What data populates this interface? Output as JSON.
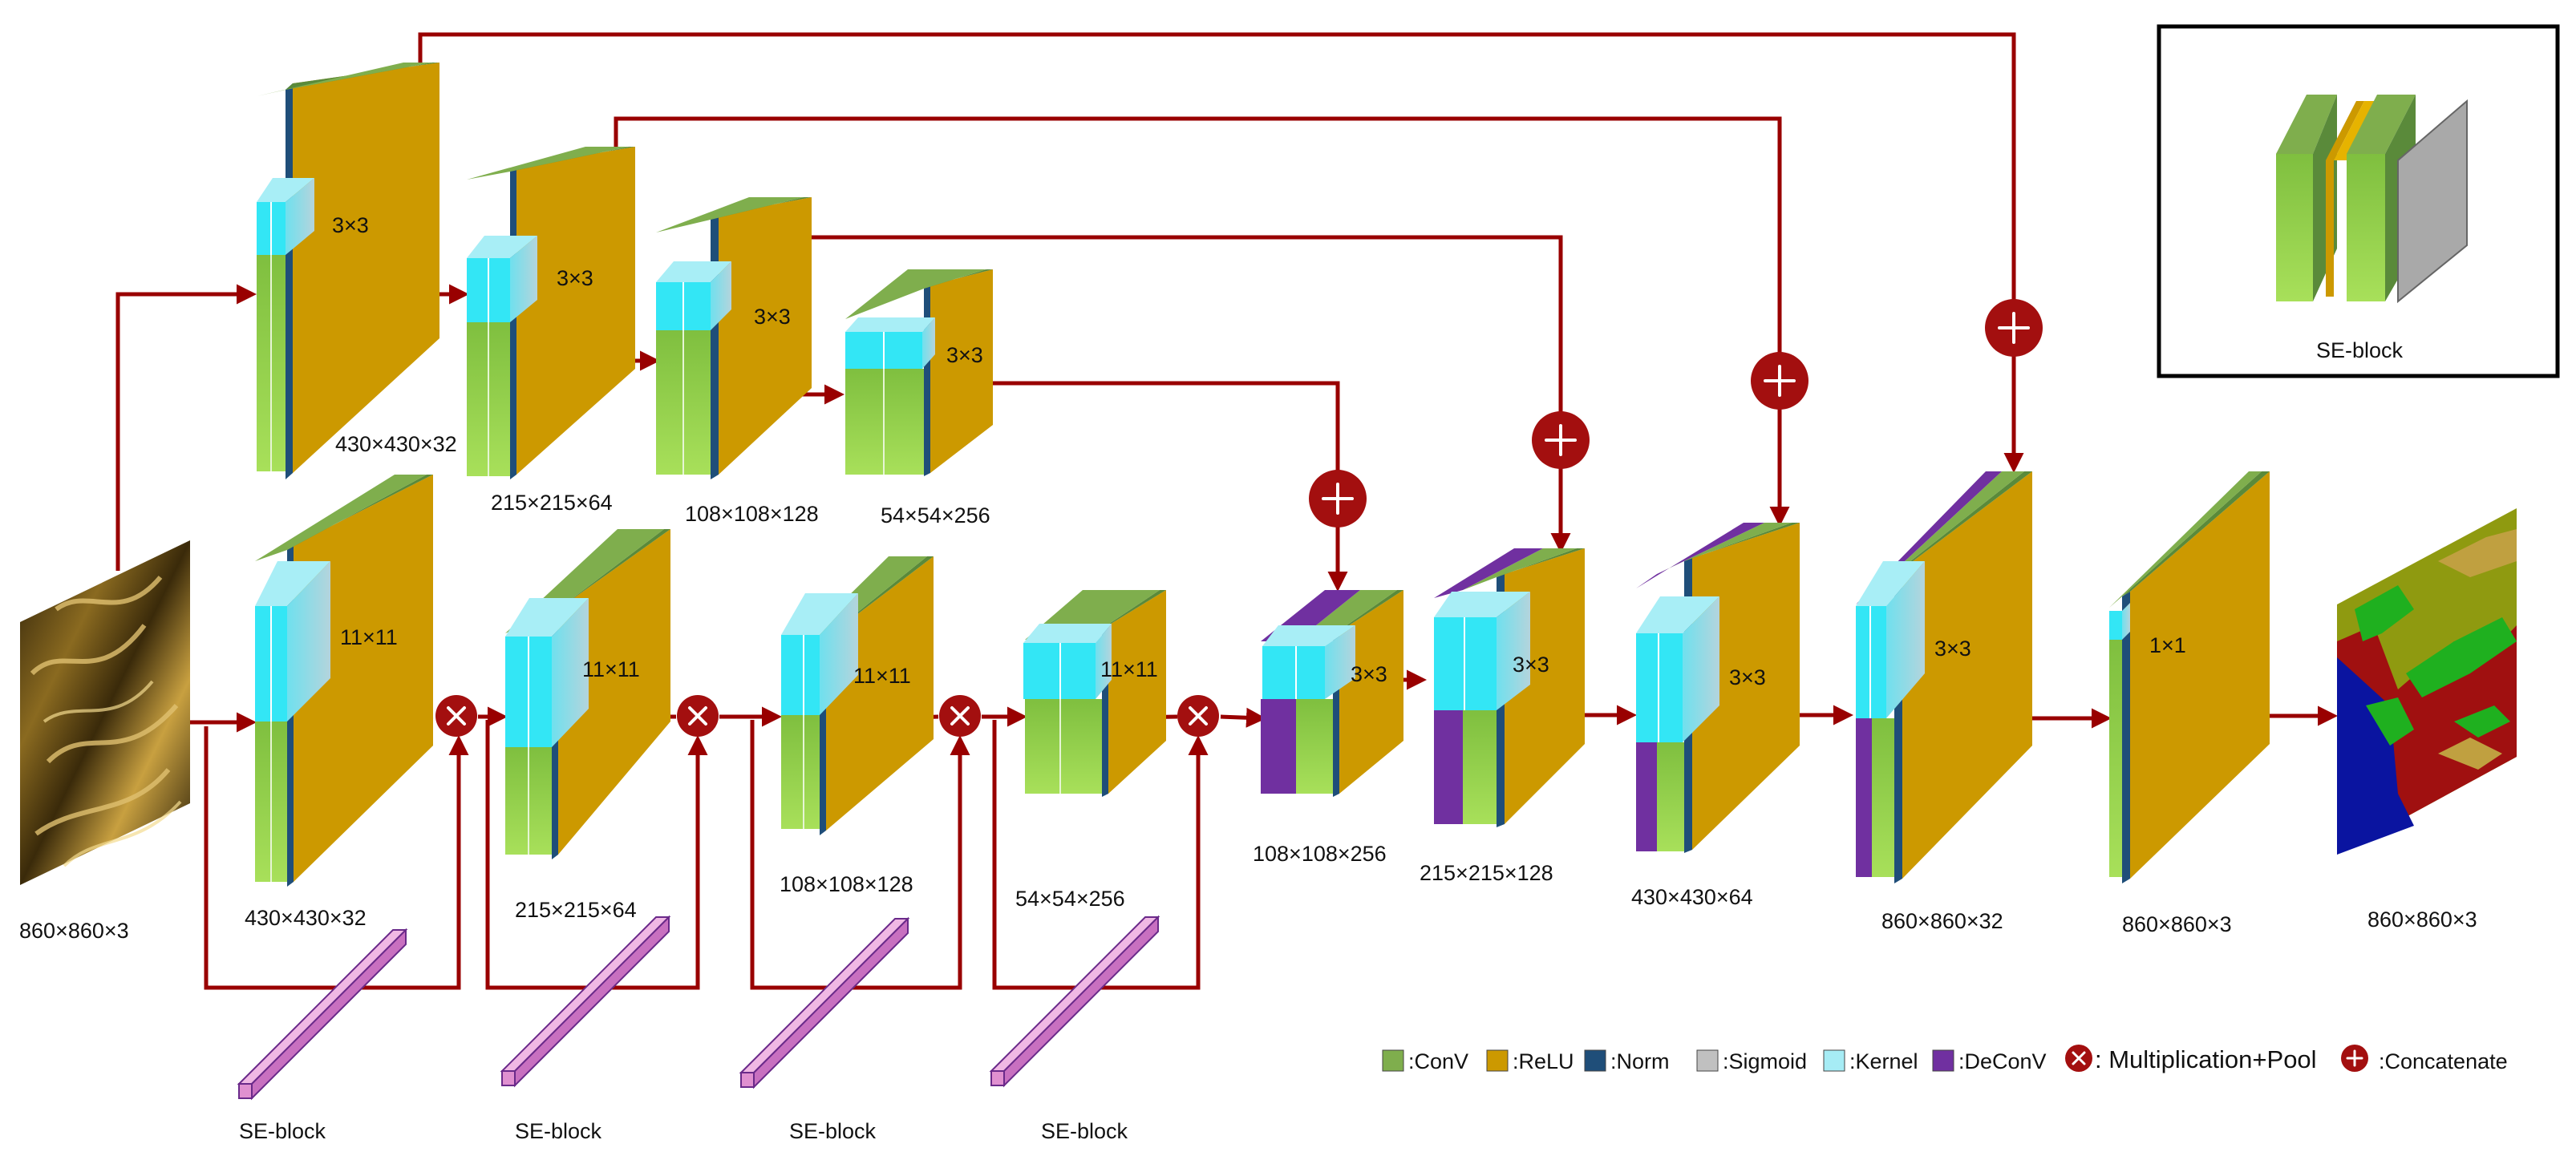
{
  "input": {
    "label": "860×860×3"
  },
  "output": {
    "label": "860×860×3"
  },
  "encoder_top": [
    {
      "kernel": "3×3",
      "size": "430×430×32"
    },
    {
      "kernel": "3×3",
      "size": "215×215×64"
    },
    {
      "kernel": "3×3",
      "size": "108×108×128"
    },
    {
      "kernel": "3×3",
      "size": "54×54×256"
    }
  ],
  "encoder_bottom": [
    {
      "kernel": "11×11",
      "size": "430×430×32"
    },
    {
      "kernel": "11×11",
      "size": "215×215×64"
    },
    {
      "kernel": "11×11",
      "size": "108×108×128"
    },
    {
      "kernel": "11×11",
      "size": "54×54×256"
    }
  ],
  "decoder": [
    {
      "kernel": "3×3",
      "size": "108×108×256"
    },
    {
      "kernel": "3×3",
      "size": "215×215×128"
    },
    {
      "kernel": "3×3",
      "size": "430×430×64"
    },
    {
      "kernel": "3×3",
      "size": "860×860×32"
    }
  ],
  "final_conv": {
    "kernel": "1×1",
    "size": "860×860×3"
  },
  "se_block_label": "SE-block",
  "inset_label": "SE-block",
  "legend": [
    {
      "label": ":ConV",
      "color": "#7fae4d"
    },
    {
      "label": ":ReLU",
      "color": "#cc9900"
    },
    {
      "label": ":Norm",
      "color": "#1f4e79"
    },
    {
      "label": ":Sigmoid",
      "color": "#c0c0c0"
    },
    {
      "label": ":Kernel",
      "color": "#a6ecf5"
    },
    {
      "label": ":DeConV",
      "color": "#7030a0"
    },
    {
      "label": ": Multiplication+Pool",
      "color": "#a30f0f"
    },
    {
      "label": ":Concatenate",
      "color": "#a30f0f"
    }
  ],
  "colors": {
    "conv": "#7fae4d",
    "conv_light": "#9fe04a",
    "relu": "#cc9900",
    "norm": "#1f4e79",
    "kernel": "#33e6f5",
    "deconv": "#7030a0",
    "sigmoid": "#a9a9a9",
    "arrow": "#990000",
    "se": "#e8a0d8"
  }
}
